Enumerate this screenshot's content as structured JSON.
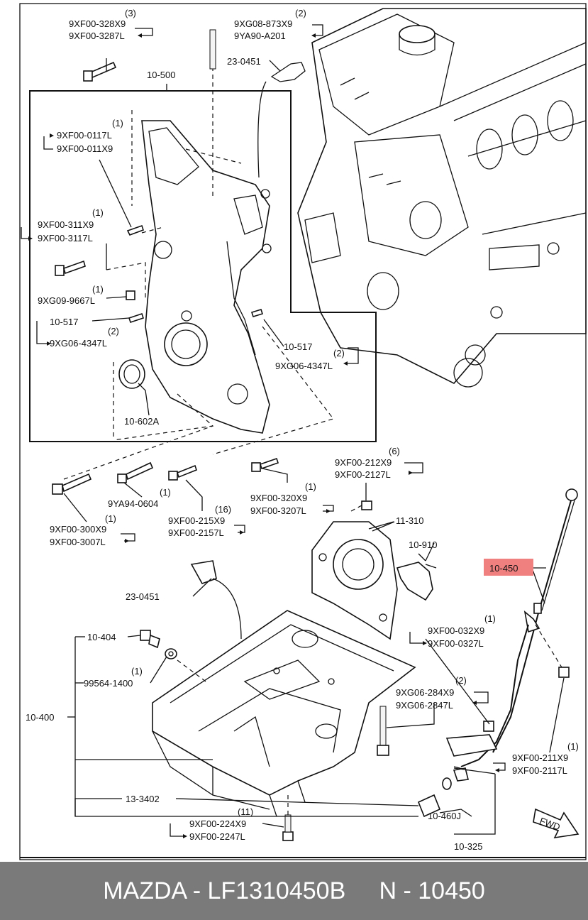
{
  "labels": {
    "qty_3": "(3)",
    "p_9xf00_328x9": "9XF00-328X9",
    "p_9xf00_3287l": "9XF00-3287L",
    "qty_2a": "(2)",
    "p_9xg08_873x9": "9XG08-873X9",
    "p_9ya90_a201": "9YA90-A201",
    "p_23_0451_top": "23-0451",
    "p_10_500": "10-500",
    "qty_1a": "(1)",
    "p_9xf00_0117l": "9XF00-0117L",
    "p_9xf00_011x9": "9XF00-011X9",
    "qty_1b": "(1)",
    "p_9xf00_311x9": "9XF00-311X9",
    "p_9xf00_3117l": "9XF00-3117L",
    "qty_1c": "(1)",
    "p_9xg09_9667l": "9XG09-9667L",
    "p_10_517_left": "10-517",
    "qty_2b": "(2)",
    "p_9xg06_4347l_left": "9XG06-4347L",
    "p_10_517_right": "10-517",
    "qty_2c": "(2)",
    "p_9xg06_4347l_right": "9XG06-4347L",
    "p_10_602a": "10-602A",
    "qty_6": "(6)",
    "p_9xf00_212x9": "9XF00-212X9",
    "p_9xf00_2127l": "9XF00-2127L",
    "qty_1d": "(1)",
    "p_9xf00_320x9": "9XF00-320X9",
    "p_9xf00_3207l": "9XF00-3207L",
    "qty_1e": "(1)",
    "p_9ya94_0604": "9YA94-0604",
    "qty_16": "(16)",
    "p_9xf00_215x9": "9XF00-215X9",
    "p_9xf00_2157l": "9XF00-2157L",
    "qty_1f": "(1)",
    "p_9xf00_300x9": "9XF00-300X9",
    "p_9xf00_3007l": "9XF00-3007L",
    "p_11_310": "11-310",
    "p_10_910": "10-910",
    "p_10_450": "10-450",
    "p_23_0451_mid": "23-0451",
    "qty_1g": "(1)",
    "p_9xf00_032x9": "9XF00-032X9",
    "p_9xf00_0327l": "9XF00-0327L",
    "p_10_404": "10-404",
    "qty_1h": "(1)",
    "p_99564_1400": "99564-1400",
    "qty_2d": "(2)",
    "p_9xg06_284x9": "9XG06-284X9",
    "p_9xg06_2847l": "9XG06-2847L",
    "p_10_400": "10-400",
    "qty_1i": "(1)",
    "p_9xf00_211x9": "9XF00-211X9",
    "p_9xf00_2117l": "9XF00-2117L",
    "p_13_3402": "13-3402",
    "qty_11": "(11)",
    "p_9xf00_224x9": "9XF00-224X9",
    "p_9xf00_2247l": "9XF00-2247L",
    "p_10_460j": "10-460J",
    "p_10_325": "10-325",
    "fwd": "FWD"
  },
  "highlight": {
    "part": "10-450",
    "color": "#f08080"
  },
  "footer": {
    "text": "MAZDA - LF1310450B     N - 10450",
    "background": "#7a7a7a",
    "color": "#ffffff"
  }
}
